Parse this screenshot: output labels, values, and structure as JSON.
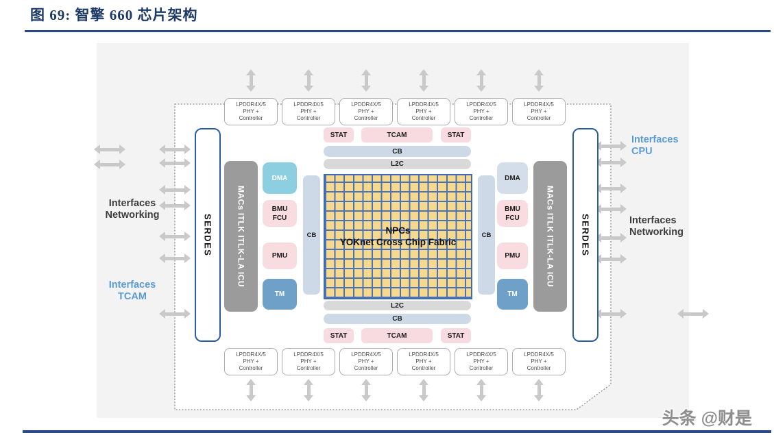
{
  "title": "图 69: 智擎 660 芯片架构",
  "watermark": "头条 @财是",
  "chip": {
    "memory_box": "LPDDR4X/5\nPHY +\nController",
    "serdes": "SERDES",
    "macs_column": "MACs ITLK ITLK-LA ICU",
    "dma": "DMA",
    "bmu_fcu": "BMU\nFCU",
    "pmu": "PMU",
    "tm": "TM",
    "cb": "CB",
    "l2c": "L2C",
    "stat": "STAT",
    "tcam": "TCAM",
    "fabric": "NPCs\nYOKnet Cross Chip Fabric"
  },
  "interface_labels": {
    "left_networking": "Interfaces\nNetworking",
    "left_tcam": "Interfaces\nTCAM",
    "right_cpu": "Interfaces\nCPU",
    "right_networking": "Interfaces\nNetworking"
  },
  "colors": {
    "title_navy": "#1d3a66",
    "rule_navy": "#2a4a8c",
    "panel_gray": "#f2f3f2",
    "arrow_gray": "#c9c9c9",
    "pink": "#f8dce0",
    "cyan_dma": "#8bcfe0",
    "light_blue_dma": "#d4ddea",
    "steel_blue_tm": "#6fa0c8",
    "cb_bar": "#ced9e7",
    "l2c_gray": "#d9d9d9",
    "macs_gray": "#9b9b9b",
    "serdes_border": "#2a5da0",
    "fabric_yellow": "#f6d98c",
    "fabric_grid_blue": "#4a72b8",
    "label_blue": "#5b9bd5",
    "label_dark": "#3d3d3d"
  }
}
